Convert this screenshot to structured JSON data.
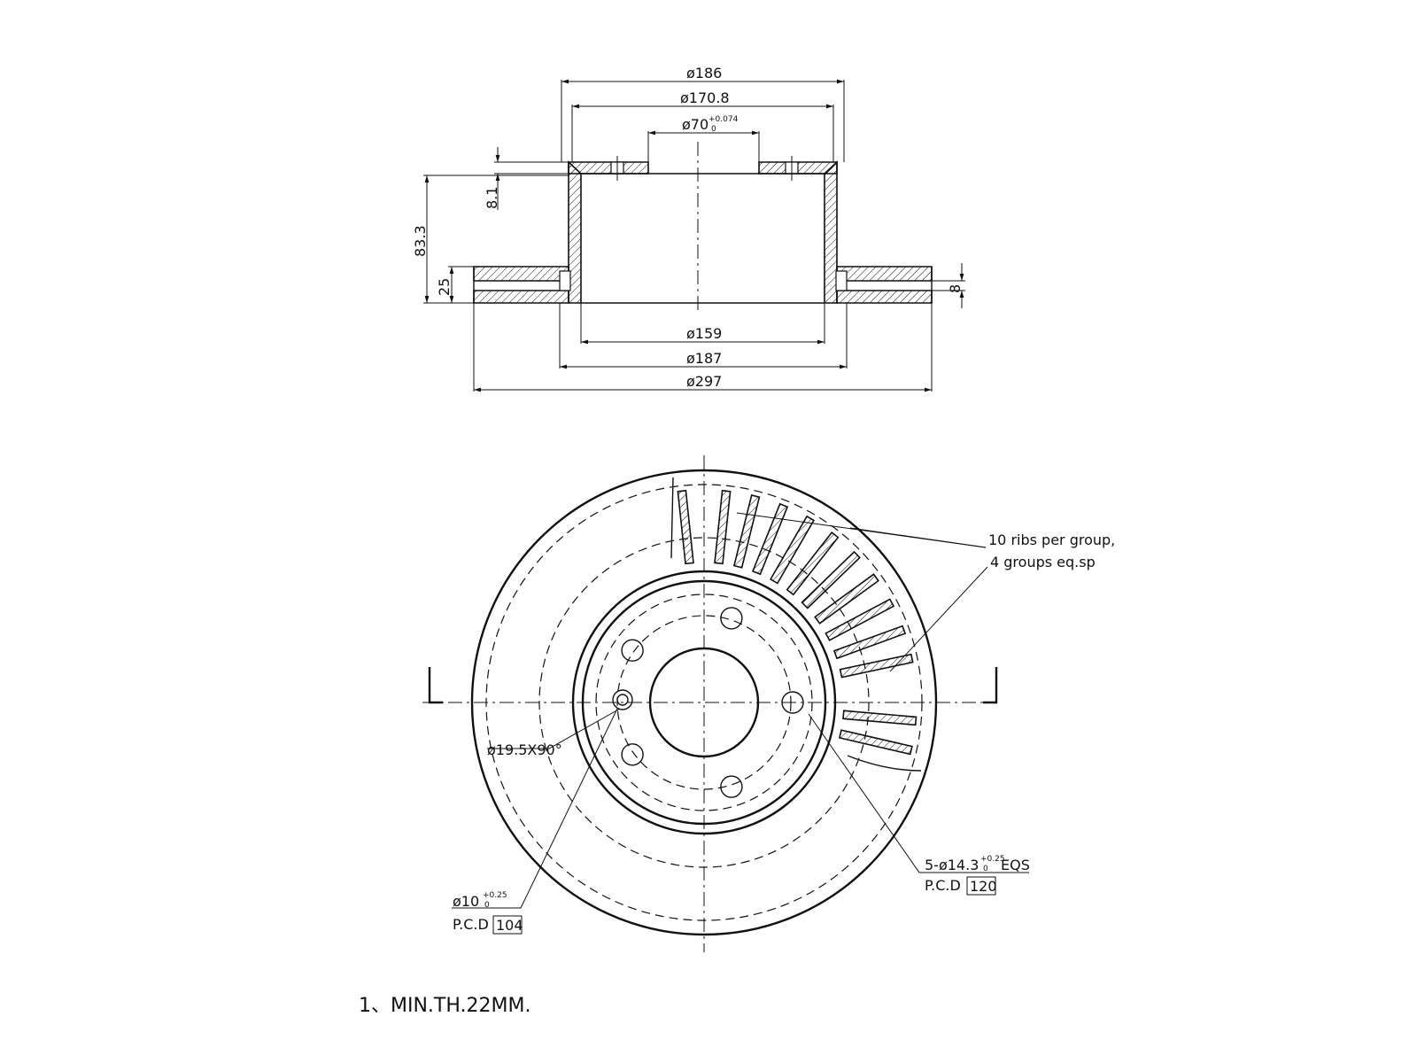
{
  "drawing": {
    "section_view": {
      "dims": {
        "d_186": "ø186",
        "d_170_8": "ø170.8",
        "d_70": "ø70",
        "d_70_tol_upper": "+0.074",
        "d_70_tol_lower": "0",
        "h_8_1": "8.1",
        "h_83_3": "83.3",
        "h_25": "25",
        "h_8": "8",
        "d_159": "ø159",
        "d_187": "ø187",
        "d_297": "ø297"
      }
    },
    "plan_view": {
      "ribs_note_line1": "10 ribs per group,",
      "ribs_note_line2": "4  groups eq.sp",
      "chamfer_label": "ø19.5X90°",
      "bolt_holes_label": "5-ø14.3",
      "bolt_holes_tol_upper": "+0.25",
      "bolt_holes_tol_lower": "0",
      "bolt_holes_suffix": "EQS",
      "bolt_pcd_label": "P.C.D",
      "bolt_pcd_value": "120",
      "pin_holes_label": "ø10",
      "pin_holes_tol_upper": "+0.25",
      "pin_holes_tol_lower": "0",
      "pin_pcd_label": "P.C.D",
      "pin_pcd_value": "104"
    },
    "notes": {
      "note_1": "1、MIN.TH.22MM."
    }
  }
}
